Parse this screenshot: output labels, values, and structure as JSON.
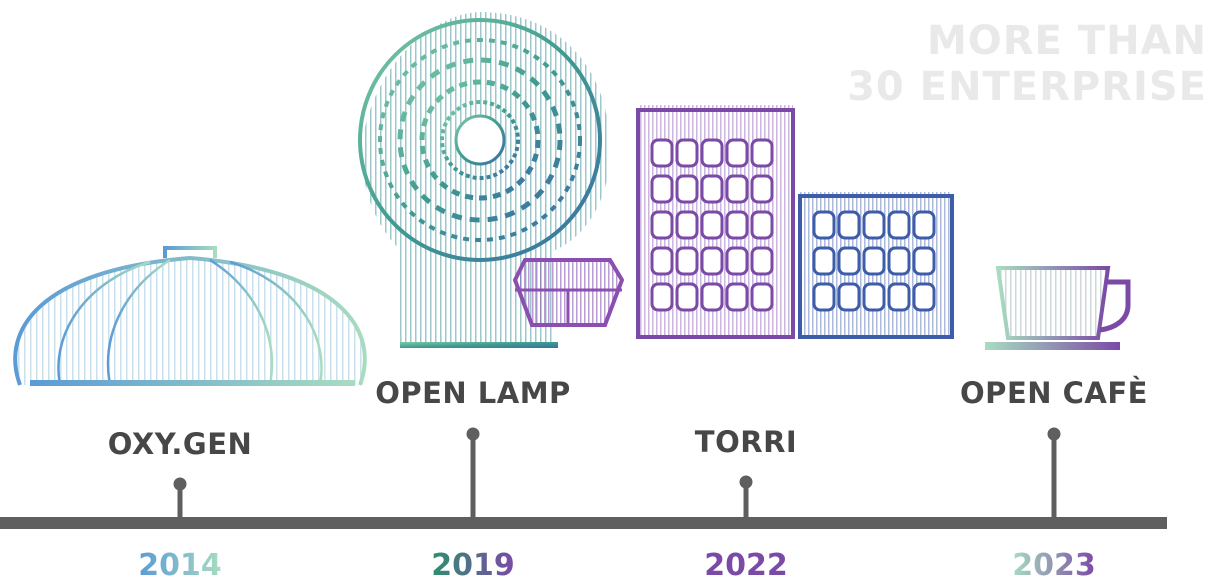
{
  "headline": {
    "line1": "MORE THAN",
    "line2": "30 ENTERPRISE"
  },
  "milestones": [
    {
      "label": "OXY.GEN",
      "year": "2014"
    },
    {
      "label": "OPEN LAMP",
      "year": "2019"
    },
    {
      "label": "TORRI",
      "year": "2022"
    },
    {
      "label": "OPEN CAFÈ",
      "year": "2023"
    }
  ],
  "colors": {
    "timeline": "#5f5f5f",
    "label_text": "#474747",
    "headline_text": "#e9e9e9",
    "blue": "#5b9bd5",
    "teal": "#3f9b8f",
    "purple": "#7b4aa6",
    "mint": "#a8dcc0"
  }
}
